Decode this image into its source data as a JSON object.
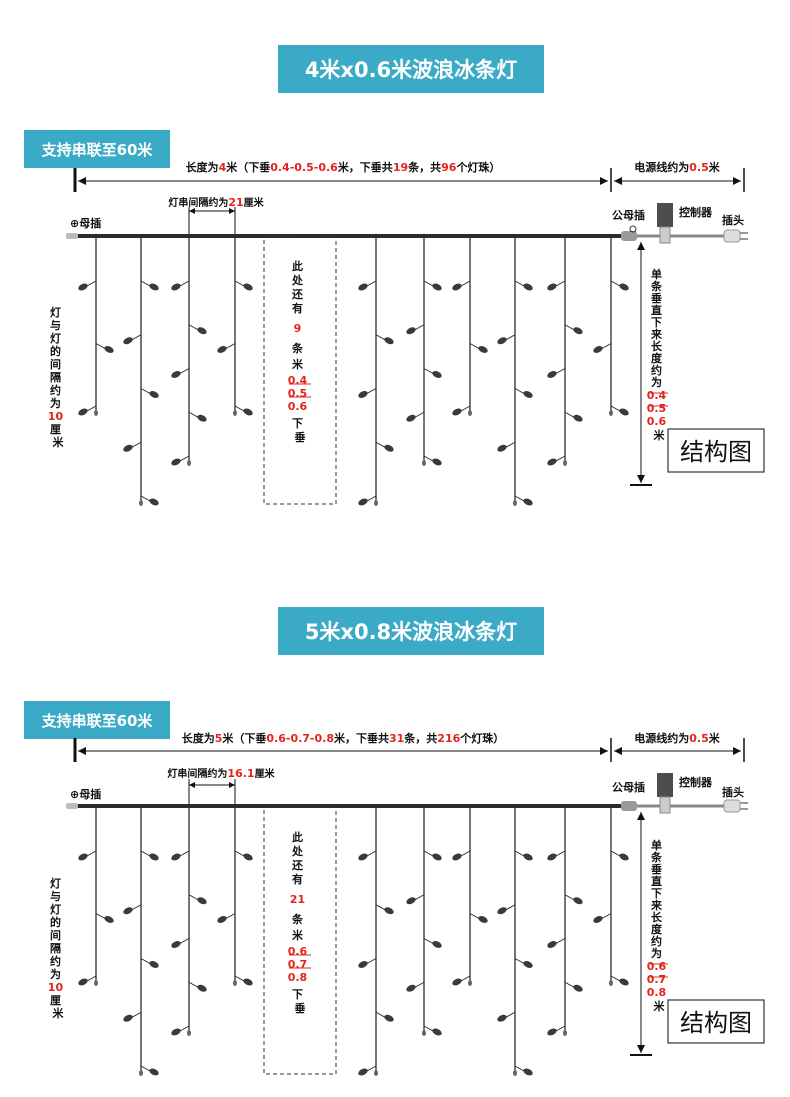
{
  "accent_color": "#3aaac6",
  "red_color": "#e1251b",
  "panels": [
    {
      "title": "4米x0.6米波浪冰条灯",
      "badge": "支持串联至60米",
      "length_text": {
        "prefix": "长度为",
        "length": "4",
        "mid1": "米（下垂",
        "drops": "0.4-0.5-0.6",
        "mid2": "米，下垂共",
        "count": "19",
        "mid3": "条，共",
        "beads": "96",
        "suffix": "个灯珠）"
      },
      "power_text": {
        "prefix": "电源线约为",
        "value": "0.5",
        "suffix": "米"
      },
      "string_spacing": {
        "prefix": "灯串间隔约为",
        "value": "21",
        "suffix": "厘米"
      },
      "female_plug": "⊕母插",
      "male_female_plug": "公母插",
      "controller": "控制器",
      "plug": "插头",
      "bead_spacing": {
        "chars": [
          "灯",
          "与",
          "灯",
          "的",
          "间",
          "隔",
          "约",
          "为"
        ],
        "value": "10",
        "chars_after": [
          "厘",
          "米"
        ]
      },
      "middle_note": {
        "chars": [
          "此",
          "处",
          "还",
          "有"
        ],
        "count": "9",
        "chars_mid": [
          "条",
          "米"
        ],
        "values": [
          "0.4",
          "0.5",
          "0.6"
        ],
        "chars_after": [
          "下",
          "垂"
        ]
      },
      "drop_length": {
        "chars": [
          "单",
          "条",
          "垂",
          "直",
          "下",
          "来",
          "长",
          "度",
          "约",
          "为"
        ],
        "values": [
          "0.4",
          "0.5",
          "0.6"
        ],
        "unit": "米"
      },
      "structure_label": "结构图"
    },
    {
      "title": "5米x0.8米波浪冰条灯",
      "badge": "支持串联至60米",
      "length_text": {
        "prefix": "长度为",
        "length": "5",
        "mid1": "米（下垂",
        "drops": "0.6-0.7-0.8",
        "mid2": "米，下垂共",
        "count": "31",
        "mid3": "条，共",
        "beads": "216",
        "suffix": "个灯珠）"
      },
      "power_text": {
        "prefix": "电源线约为",
        "value": "0.5",
        "suffix": "米"
      },
      "string_spacing": {
        "prefix": "灯串间隔约为",
        "value": "16.1",
        "suffix": "厘米"
      },
      "female_plug": "⊕母插",
      "male_female_plug": "公母插",
      "controller": "控制器",
      "plug": "插头",
      "bead_spacing": {
        "chars": [
          "灯",
          "与",
          "灯",
          "的",
          "间",
          "隔",
          "约",
          "为"
        ],
        "value": "10",
        "chars_after": [
          "厘",
          "米"
        ]
      },
      "middle_note": {
        "chars": [
          "此",
          "处",
          "还",
          "有"
        ],
        "count": "21",
        "chars_mid": [
          "条",
          "米"
        ],
        "values": [
          "0.6",
          "0.7",
          "0.8"
        ],
        "chars_after": [
          "下",
          "垂"
        ]
      },
      "drop_length": {
        "chars": [
          "单",
          "条",
          "垂",
          "直",
          "下",
          "来",
          "长",
          "度",
          "约",
          "为"
        ],
        "values": [
          "0.6",
          "0.7",
          "0.8"
        ],
        "unit": "米"
      },
      "structure_label": "结构图"
    }
  ]
}
